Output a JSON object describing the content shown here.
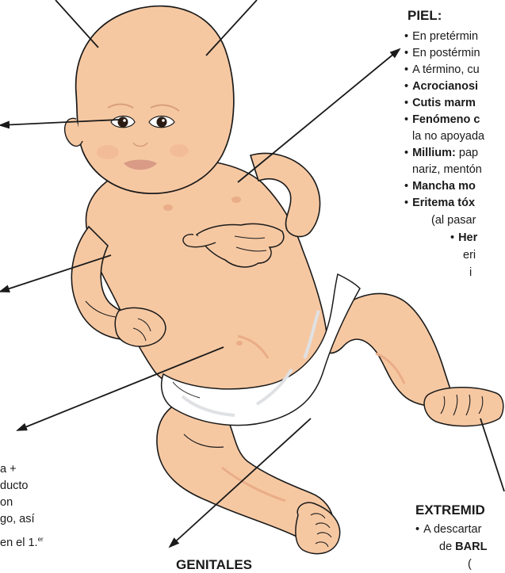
{
  "colors": {
    "skin": "#f6c8a2",
    "skin_shadow": "#e9ad88",
    "outline": "#1a1a1a",
    "diaper": "#ffffff",
    "diaper_shade": "#dfe1e4",
    "hair": "#ead2bb"
  },
  "bullet": "•",
  "piel": {
    "heading": "PIEL:",
    "items": [
      {
        "bold": "",
        "text": "En pretérmin"
      },
      {
        "bold": "",
        "text": "En postérmin"
      },
      {
        "bold": "",
        "text": "A término, cu"
      },
      {
        "bold": "Acrocianosi",
        "text": ""
      },
      {
        "bold": "Cutis marm",
        "text": ""
      },
      {
        "bold": "Fenómeno c",
        "text": ""
      },
      {
        "bold": "Millium:",
        "text": " pap"
      },
      {
        "bold": "Mancha mo",
        "text": ""
      },
      {
        "bold": "Eritema tóx",
        "text": ""
      }
    ],
    "continuations": [
      "la no apoyada",
      "nariz, mentón",
      "(al pasar"
    ],
    "sub": {
      "bold": "Her",
      "lines": [
        "eri",
        "i"
      ]
    }
  },
  "extremidades": {
    "heading": "EXTREMID",
    "line1": "A descartar",
    "line2_prefix": "de ",
    "line2_bold": "BARL",
    "line3": "( "
  },
  "genitales": {
    "heading": "GENITALES"
  },
  "left_text": {
    "l1": "a +",
    "l2": "ducto",
    "l3": "on",
    "l4": "go, así",
    "l5": "en el 1.",
    "l5_sup": "er"
  }
}
